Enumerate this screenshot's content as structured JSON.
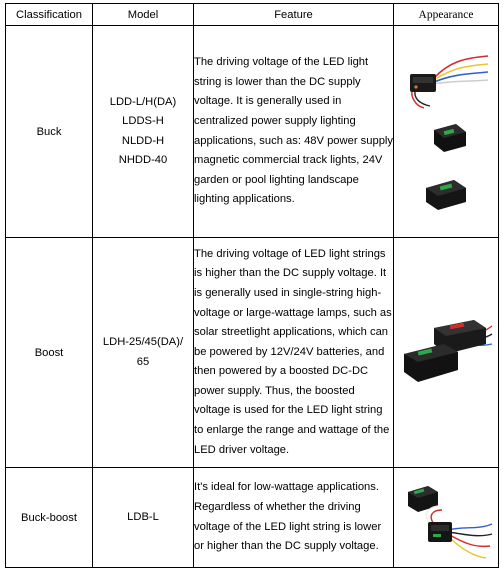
{
  "headers": {
    "classification": "Classification",
    "model": "Model",
    "feature": "Feature",
    "appearance": "Appearance"
  },
  "rows": [
    {
      "classification": "Buck",
      "models": [
        "LDD-L/H(DA)",
        "LDDS-H",
        "NLDD-H",
        "NHDD-40"
      ],
      "feature": "The driving voltage of the LED light string is lower than the DC supply voltage. It is generally used in centralized power supply lighting applications, such as: 48V power supply magnetic commercial track lights, 24V garden or pool lighting landscape lighting applications."
    },
    {
      "classification": "Boost",
      "models": [
        "LDH-25/45(DA)/",
        "65"
      ],
      "feature": "The driving voltage of LED light strings is higher than the DC supply voltage. It is generally used in single-string high-voltage or large-wattage lamps, such as solar streetlight applications, which can be powered by 12V/24V batteries, and then powered by a boosted DC-DC power supply. Thus, the boosted voltage is used for the LED light string to enlarge the range and wattage of the LED driver voltage."
    },
    {
      "classification": "Buck-boost",
      "models": [
        "LDB-L"
      ],
      "feature": "It's ideal for low-wattage applications. Regardless of whether the driving voltage of the LED light string is lower or higher than the DC supply voltage."
    }
  ],
  "colors": {
    "module_black": "#1a1a1a",
    "led_green": "#2ea84a",
    "wire_red": "#d22b2b",
    "wire_blue": "#2f5fd0",
    "wire_yellow": "#e6c92a",
    "wire_white": "#eeeeee"
  }
}
